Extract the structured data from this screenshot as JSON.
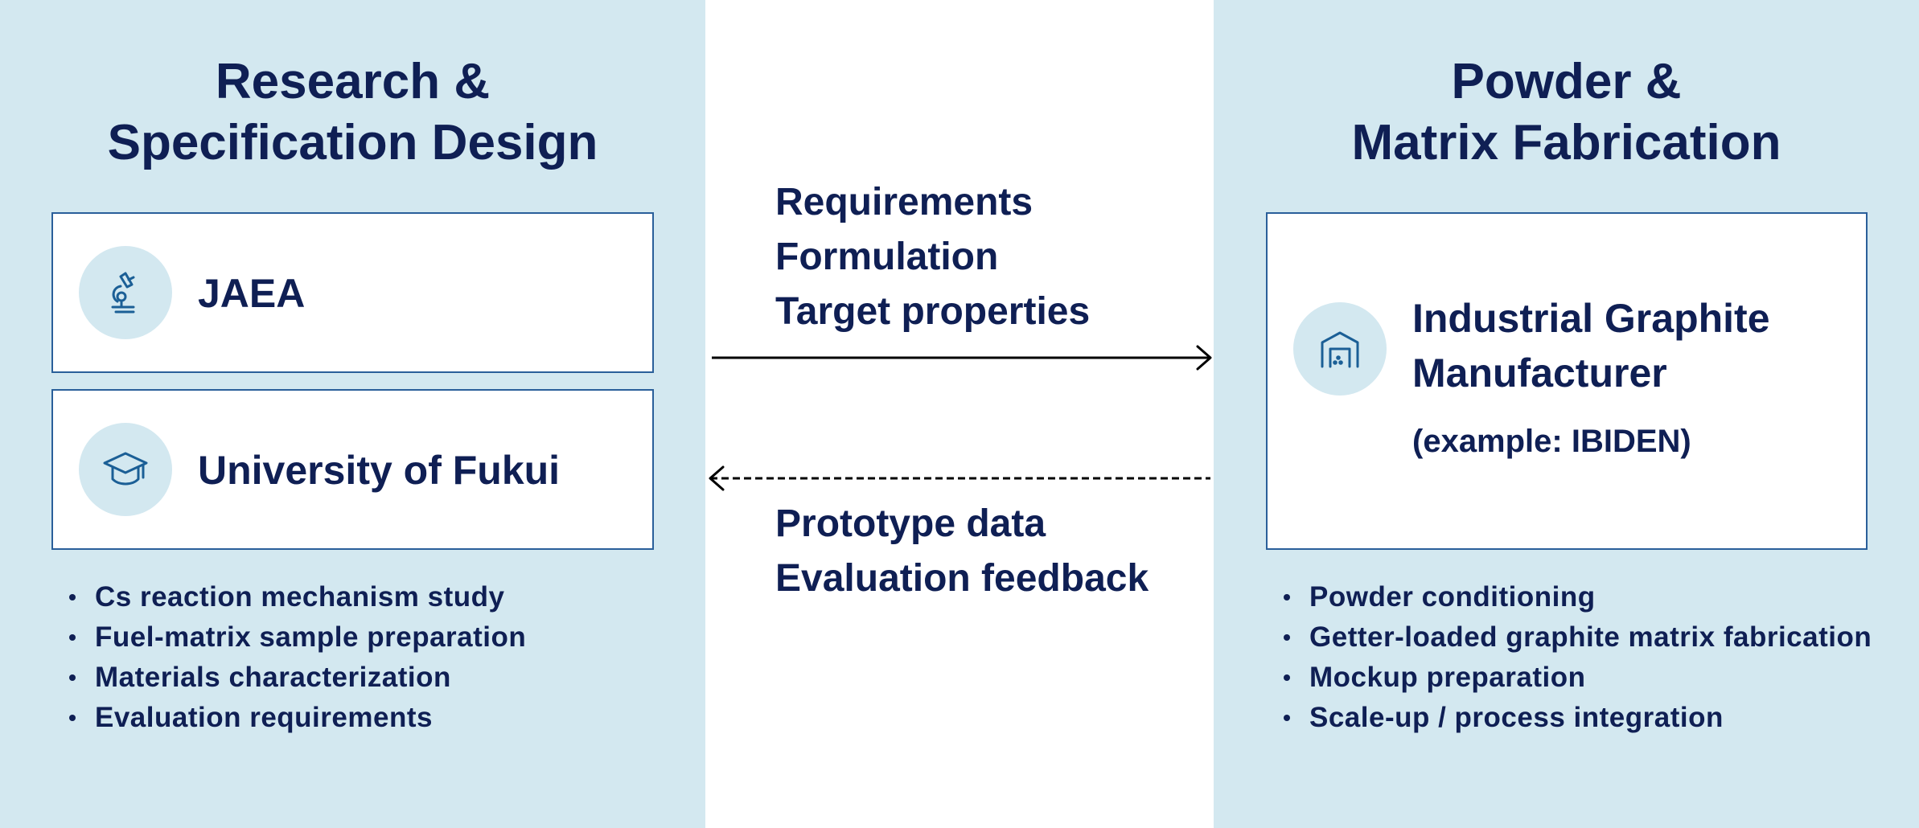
{
  "left": {
    "title_lines": [
      "Research &",
      "Specification Design"
    ],
    "cards": [
      {
        "label": "JAEA",
        "icon": "microscope-icon"
      },
      {
        "label": "University of Fukui",
        "icon": "graduation-cap-icon"
      }
    ],
    "bullets": [
      "Cs reaction mechanism study",
      "Fuel-matrix sample preparation",
      "Materials characterization",
      "Evaluation requirements"
    ]
  },
  "right": {
    "title_lines": [
      "Powder &",
      "Matrix Fabrication"
    ],
    "card": {
      "label_lines": [
        "Industrial Graphite",
        "Manufacturer"
      ],
      "sub": "(example: IBIDEN)",
      "icon": "factory-icon"
    },
    "bullets": [
      "Powder conditioning",
      "Getter-loaded graphite matrix fabrication",
      "Mockup preparation",
      "Scale-up / process integration"
    ]
  },
  "flow": {
    "forward_lines": [
      "Requirements",
      "Formulation",
      "Target properties"
    ],
    "back_lines": [
      "Prototype data",
      "Evaluation feedback"
    ]
  },
  "colors": {
    "panel_bg": "#d3e8f0",
    "text": "#0f1f54",
    "card_border": "#2a5f9a",
    "icon_stroke": "#1b5f96"
  }
}
